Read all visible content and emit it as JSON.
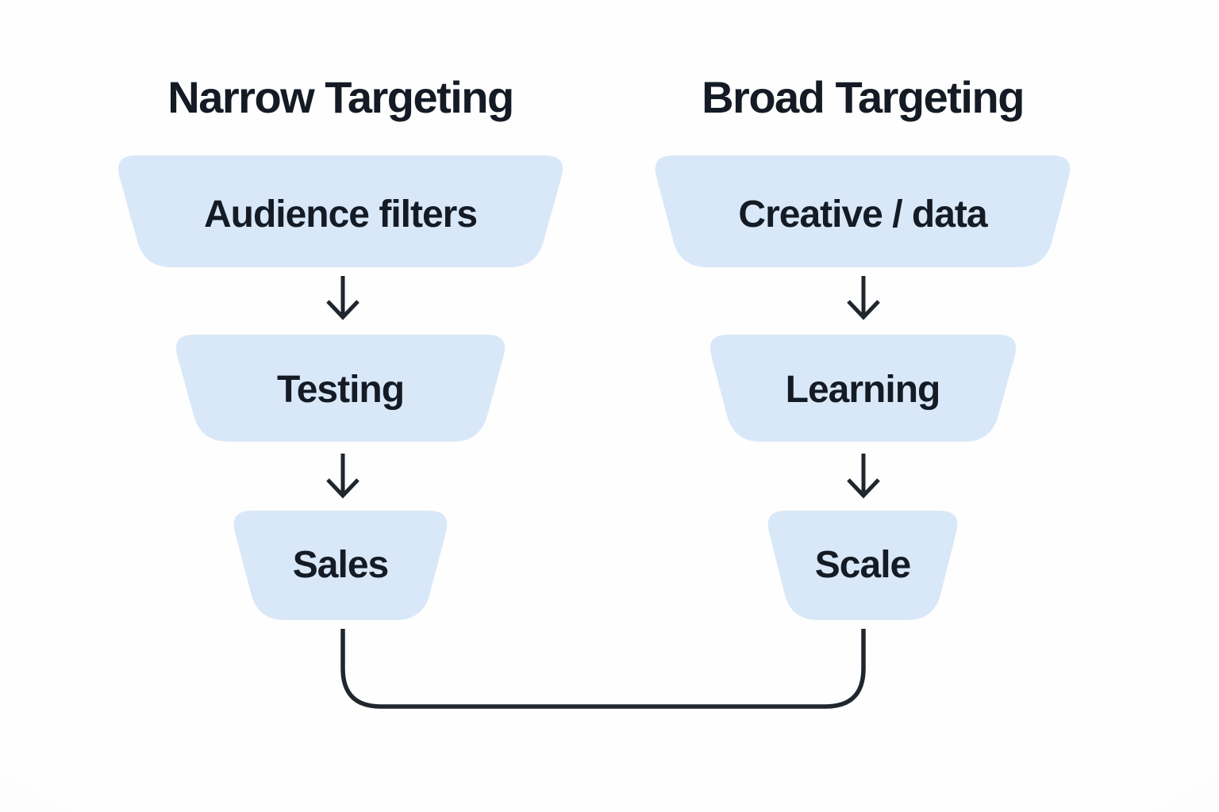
{
  "diagram": {
    "left_funnel": {
      "title": "Narrow Targeting",
      "stages": [
        {
          "label": "Audience filters"
        },
        {
          "label": "Testing"
        },
        {
          "label": "Sales"
        }
      ]
    },
    "right_funnel": {
      "title": "Broad Targeting",
      "stages": [
        {
          "label": "Creative / data"
        },
        {
          "label": "Learning"
        },
        {
          "label": "Scale"
        }
      ]
    },
    "connector": {
      "from": "Sales",
      "to": "Scale"
    }
  },
  "colors": {
    "stage_fill": "#d9e8f8",
    "text": "#141b25",
    "line": "#20262e",
    "background": "#fdfdfe"
  }
}
